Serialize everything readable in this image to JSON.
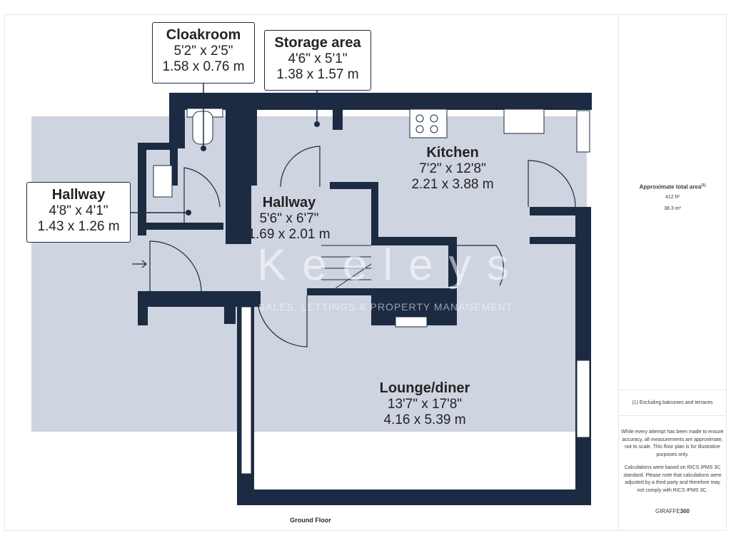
{
  "rooms": {
    "cloakroom": {
      "name": "Cloakroom",
      "dim_imperial": "5'2\" x 2'5\"",
      "dim_metric": "1.58 x 0.76 m"
    },
    "storage": {
      "name": "Storage area",
      "dim_imperial": "4'6\" x 5'1\"",
      "dim_metric": "1.38 x 1.57 m"
    },
    "hallway_front": {
      "name": "Hallway",
      "dim_imperial": "4'8\" x 4'1\"",
      "dim_metric": "1.43 x 1.26 m"
    },
    "hallway_inner": {
      "name": "Hallway",
      "dim_imperial": "5'6\" x 6'7\"",
      "dim_metric": "1.69 x 2.01 m"
    },
    "kitchen": {
      "name": "Kitchen",
      "dim_imperial": "7'2\" x 12'8\"",
      "dim_metric": "2.21 x 3.88 m"
    },
    "lounge": {
      "name": "Lounge/diner",
      "dim_imperial": "13'7\" x 17'8\"",
      "dim_metric": "4.16 x 5.39 m"
    }
  },
  "floor_name": "Ground Floor",
  "watermark": {
    "brand": "Keeleys",
    "tagline": "SALES, LETTINGS & PROPERTY MANAGEMENT"
  },
  "sidebar": {
    "area_title": "Approximate total area",
    "area_note_marker": "(1)",
    "area_sqft": "412 ft²",
    "area_sqm": "38.3 m²",
    "footnote": "(1) Excluding balconies and terraces",
    "disclaimer": "While every attempt has been made to ensure accuracy, all measurements are approximate, not to scale. This floor plan is for illustrative purposes only.",
    "calc_note": "Calculations were based on RICS IPMS 3C standard. Please note that calculations were adjusted by a third party and therefore may not comply with RICS IPMS 3C.",
    "brand_prefix": "GIRAFFE",
    "brand_suffix": "360"
  },
  "colors": {
    "wall": "#1c2b42",
    "watermark_overlay": "#c5ccdb",
    "text": "#232323"
  }
}
